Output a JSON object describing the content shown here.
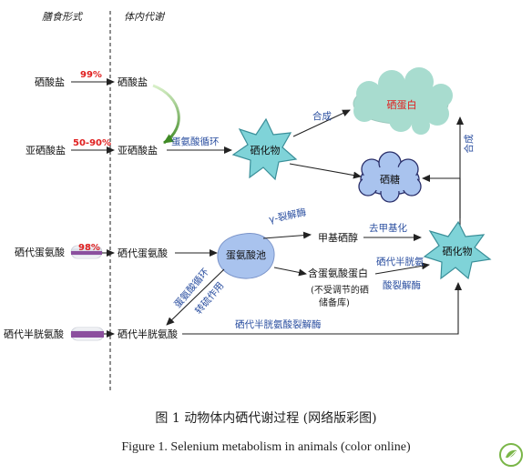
{
  "headers": {
    "diet_form": "膳食形式",
    "metabolism": "体内代谢"
  },
  "diet": {
    "selenate": "硒酸盐",
    "selenite": "亚硒酸盐",
    "selenomethionine": "硒代蛋氨酸",
    "selenocysteine": "硒代半胱氨酸"
  },
  "absorption": {
    "selenate_pct": "99%",
    "selenite_pct": "50-90%",
    "semet_pct": "98%"
  },
  "body": {
    "selenate": "硒酸盐",
    "selenite": "亚硒酸盐",
    "selenomethionine": "硒代蛋氨酸",
    "selenocysteine": "硒代半胱氨酸"
  },
  "nodes": {
    "selenide_1": "硒化物",
    "selenide_2": "硒化物",
    "selenoprotein": "硒蛋白",
    "selenosugar": "硒糖",
    "met_pool": "蛋氨酸池",
    "methylselenol": "甲基硒醇",
    "se_containing_protein": "含蛋氨酸蛋白",
    "unregulated_note_1": "(不受调节的硒",
    "unregulated_note_2": "储备库)"
  },
  "edges": {
    "met_cycle_1": "蛋氨酸循环",
    "synthesis_1": "合成",
    "synthesis_2": "合成",
    "gamma_lyase": "γ-裂解酶",
    "demethylation": "去甲基化",
    "met_cycle_2": "蛋氨酸循环",
    "transsulfuration": "转硫作用",
    "secys_label_1": "硒代半胱氨",
    "secys_label_2": "酸裂解酶",
    "secys_lyase": "硒代半胱氨酸裂解酶"
  },
  "captions": {
    "cn": "图 1 动物体内硒代谢过程 (网络版彩图)",
    "en": "Figure 1. Selenium metabolism in animals (color online)"
  },
  "colors": {
    "highlight_red": "#e02020",
    "label_blue": "#2b4fa0",
    "arrow_green": "#4a9a2a",
    "cloud_teal": "#a8dccf",
    "cloud_blue": "#a9c3ee",
    "star_teal": "#7fd3d8",
    "bar_purple": "#8b4f9e"
  }
}
